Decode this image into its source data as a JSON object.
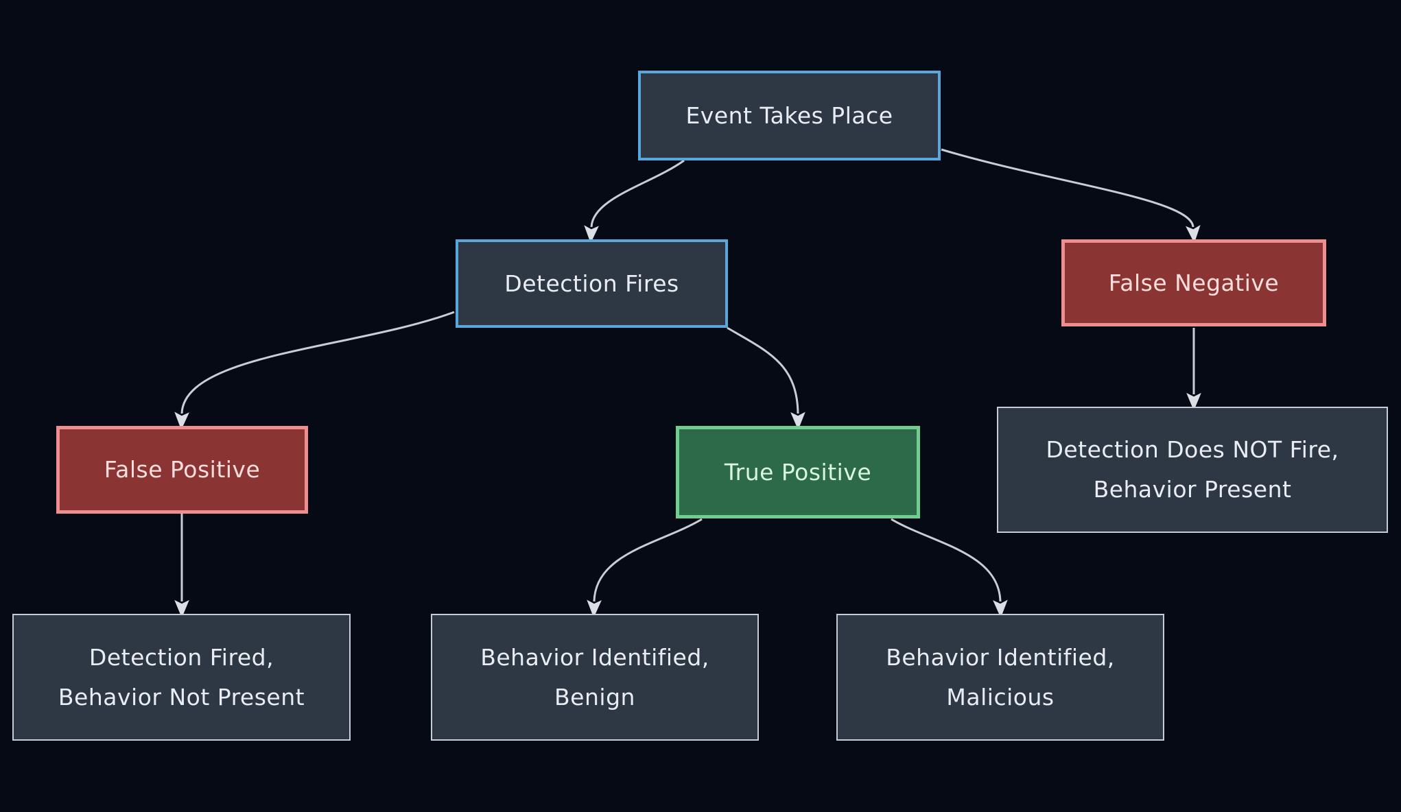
{
  "diagram": {
    "type": "flowchart",
    "background_color": "#050a14",
    "edge_color": "#c9ced6",
    "arrowhead_color": "#dbdfe5",
    "colors": {
      "node_fill_slate": "#2e3845",
      "node_border_blue": "#58a8de",
      "node_fill_red": "#8a3534",
      "node_border_red": "#ef8e8e",
      "node_fill_green": "#2d6a49",
      "node_border_green": "#6fcd90",
      "node_border_gray": "#c7cdd6",
      "text_default": "#e9edf3",
      "text_red": "#ffdedd",
      "text_green": "#d7f6e3"
    },
    "nodes": {
      "event": {
        "label": "Event Takes Place",
        "style": "blue"
      },
      "detection_fires": {
        "label": "Detection Fires",
        "style": "blue"
      },
      "false_negative": {
        "label": "False Negative",
        "style": "red"
      },
      "false_positive": {
        "label": "False Positive",
        "style": "red"
      },
      "true_positive": {
        "label": "True Positive",
        "style": "green"
      },
      "fn_outcome": {
        "line1": "Detection Does NOT Fire,",
        "line2": "Behavior Present",
        "style": "plain"
      },
      "fp_outcome": {
        "line1": "Detection Fired,",
        "line2": "Behavior Not Present",
        "style": "plain"
      },
      "tp_benign": {
        "line1": "Behavior Identified,",
        "line2": "Benign",
        "style": "plain"
      },
      "tp_malicious": {
        "line1": "Behavior Identified,",
        "line2": "Malicious",
        "style": "plain"
      }
    },
    "edges": [
      {
        "from": "event",
        "to": "detection_fires"
      },
      {
        "from": "event",
        "to": "false_negative"
      },
      {
        "from": "detection_fires",
        "to": "false_positive"
      },
      {
        "from": "detection_fires",
        "to": "true_positive"
      },
      {
        "from": "false_negative",
        "to": "fn_outcome"
      },
      {
        "from": "false_positive",
        "to": "fp_outcome"
      },
      {
        "from": "true_positive",
        "to": "tp_benign"
      },
      {
        "from": "true_positive",
        "to": "tp_malicious"
      }
    ]
  }
}
